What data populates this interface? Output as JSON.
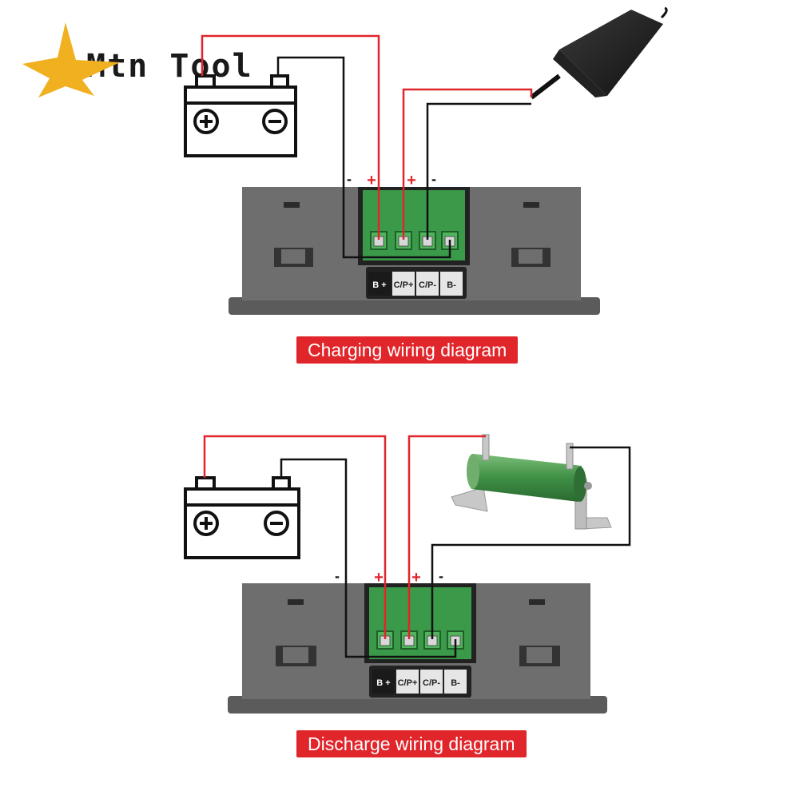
{
  "brand": {
    "logo_text": "Mtn Tool",
    "accent_color": "#f0b020"
  },
  "colors": {
    "positive_wire": "#e0262b",
    "negative_wire": "#111111",
    "terminal_green": "#3a9a4a",
    "module_gray": "#6e6e6e"
  },
  "polarity": {
    "plus": "+",
    "minus": "-"
  },
  "terminals": [
    "B +",
    "C/P+",
    "C/P-",
    "B-"
  ],
  "diagrams": {
    "charging": {
      "caption": "Charging wiring diagram",
      "source_icon": "power-adapter"
    },
    "discharge": {
      "caption": "Discharge wiring diagram",
      "load_icon": "wirewound-resistor"
    }
  }
}
